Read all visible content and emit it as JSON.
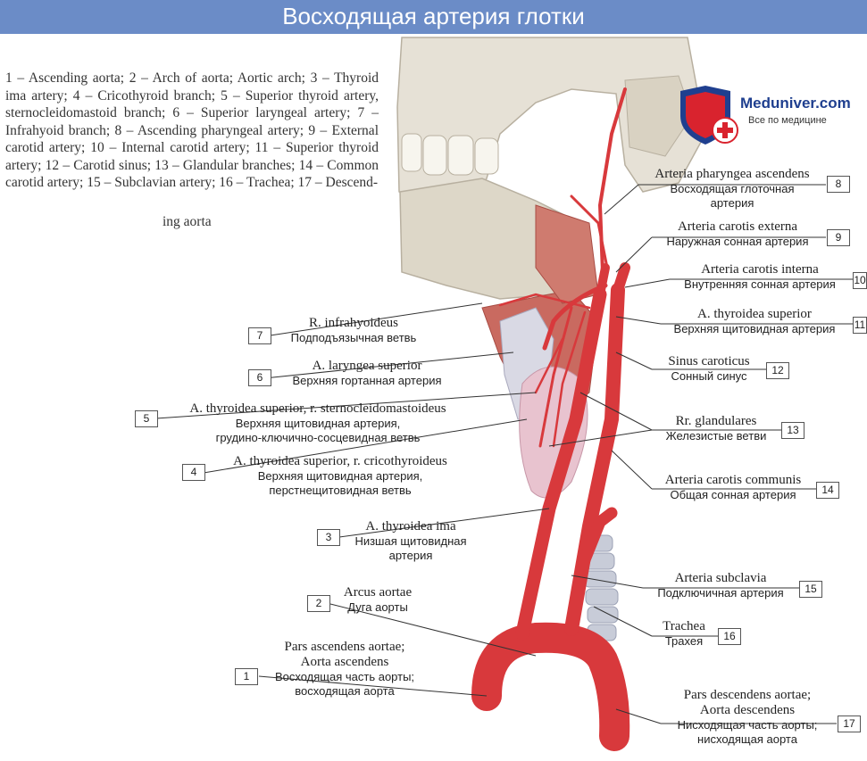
{
  "header": {
    "title": "Восходящая артерия глотки"
  },
  "legend": {
    "text": "1 – Ascending aorta; 2 – Arch of aorta; Aortic arch; 3 – Thyroid ima artery; 4 – Cricothyroid branch; 5 – Superior thyroid artery, sternocleidomastoid branch; 6 – Superior laryngeal artery; 7 – Infrahyoid branch; 8 – Ascending pharyngeal artery; 9 – External carotid artery; 10 – Internal carotid artery; 11 – Superior thyroid artery; 12 – Carotid sinus; 13 – Glandular branches; 14 – Common carotid artery; 15 – Subclavian artery; 16 – Trachea; 17 – Descend-",
    "last": "ing aorta"
  },
  "logo": {
    "name": "Meduniver.com",
    "tagline": "Все по медицине",
    "primary": "#1f3f8f",
    "accent": "#d9232e"
  },
  "colors": {
    "artery": "#d8393c",
    "artery_dark": "#b02428",
    "bone": "#e6e1d6",
    "muscle": "#c96a60",
    "thyroid": "#e8c3cf",
    "header": "#6b8cc7"
  },
  "labels": {
    "l1": {
      "lat1": "Pars ascendens aortae;",
      "lat2": "Aorta ascendens",
      "rus1": "Восходящая часть аорты;",
      "rus2": "восходящая аорта",
      "num": "1"
    },
    "l2": {
      "lat": "Arcus aortae",
      "rus": "Дуга аорты",
      "num": "2"
    },
    "l3": {
      "lat": "A. thyroidea ima",
      "rus1": "Низшая щитовидная",
      "rus2": "артерия",
      "num": "3"
    },
    "l4": {
      "lat": "A. thyroidea superior, r. cricothyroideus",
      "rus1": "Верхняя щитовидная артерия,",
      "rus2": "перстнещитовидная ветвь",
      "num": "4"
    },
    "l5": {
      "lat": "A. thyroidea superior, r. sternocleidomastoideus",
      "rus1": "Верхняя щитовидная артерия,",
      "rus2": "грудино-ключично-сосцевидная ветвь",
      "num": "5"
    },
    "l6": {
      "lat": "A. laryngea superior",
      "rus": "Верхняя гортанная артерия",
      "num": "6"
    },
    "l7": {
      "lat": "R. infrahyoideus",
      "rus": "Подподъязычная ветвь",
      "num": "7"
    },
    "l8": {
      "lat": "Arteria pharyngea ascendens",
      "rus1": "Восходящая глоточная",
      "rus2": "артерия",
      "num": "8"
    },
    "l9": {
      "lat": "Arteria carotis externa",
      "rus": "Наружная сонная артерия",
      "num": "9"
    },
    "l10": {
      "lat": "Arteria carotis interna",
      "rus": "Внутренняя сонная артерия",
      "num": "10"
    },
    "l11": {
      "lat": "A. thyroidea superior",
      "rus": "Верхняя щитовидная артерия",
      "num": "11"
    },
    "l12": {
      "lat": "Sinus caroticus",
      "rus": "Сонный синус",
      "num": "12"
    },
    "l13": {
      "lat": "Rr. glandulares",
      "rus": "Железистые ветви",
      "num": "13"
    },
    "l14": {
      "lat": "Arteria carotis communis",
      "rus": "Общая сонная артерия",
      "num": "14"
    },
    "l15": {
      "lat": "Arteria subclavia",
      "rus": "Подключичная артерия",
      "num": "15"
    },
    "l16": {
      "lat": "Trachea",
      "rus": "Трахея",
      "num": "16"
    },
    "l17": {
      "lat1": "Pars descendens aortae;",
      "lat2": "Aorta descendens",
      "rus1": "Нисходящая часть аорты;",
      "rus2": "нисходящая аорта",
      "num": "17"
    }
  }
}
